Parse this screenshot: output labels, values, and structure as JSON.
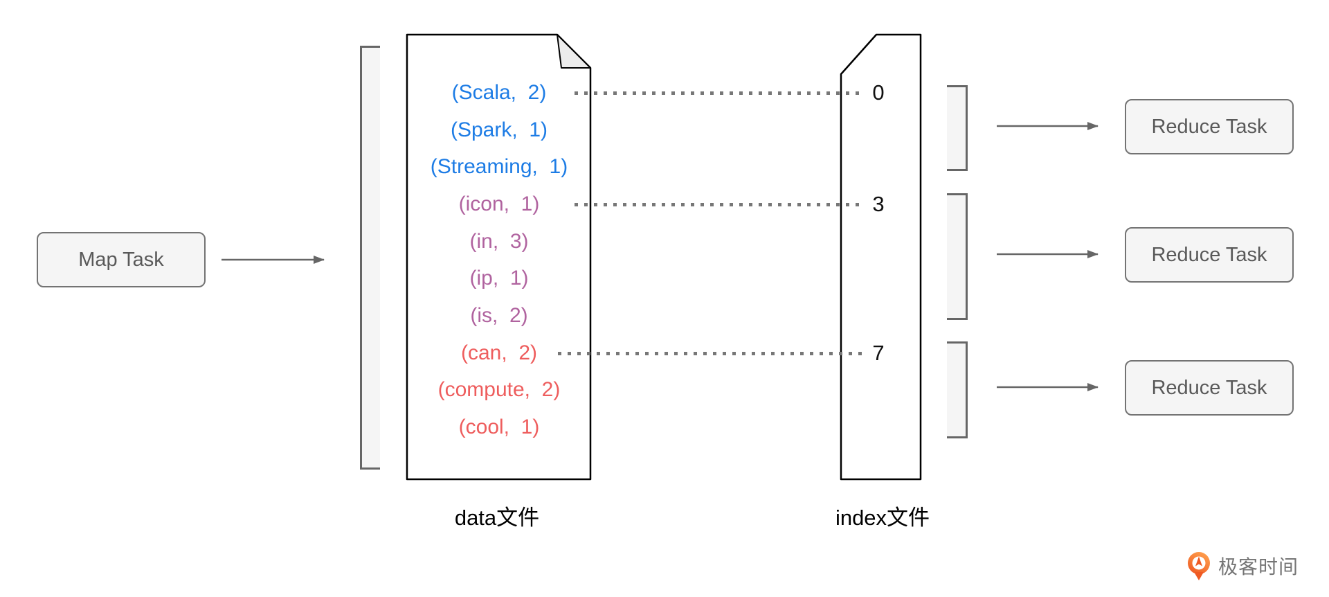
{
  "map_task": {
    "label": "Map Task"
  },
  "data_file": {
    "caption": "data文件",
    "rows": [
      {
        "label": "(Scala,  2)",
        "color": "#1d7ce5"
      },
      {
        "label": "(Spark,  1)",
        "color": "#1d7ce5"
      },
      {
        "label": "(Streaming,  1)",
        "color": "#1d7ce5"
      },
      {
        "label": "(icon,  1)",
        "color": "#b0639f"
      },
      {
        "label": "(in,  3)",
        "color": "#b0639f"
      },
      {
        "label": "(ip,  1)",
        "color": "#b0639f"
      },
      {
        "label": "(is,  2)",
        "color": "#b0639f"
      },
      {
        "label": "(can,  2)",
        "color": "#ee5d5d"
      },
      {
        "label": "(compute,  2)",
        "color": "#ee5d5d"
      },
      {
        "label": "(cool,  1)",
        "color": "#ee5d5d"
      }
    ]
  },
  "index_file": {
    "caption": "index文件",
    "offsets": [
      "0",
      "3",
      "7"
    ]
  },
  "reduce_tasks": [
    {
      "label": "Reduce Task"
    },
    {
      "label": "Reduce Task"
    },
    {
      "label": "Reduce Task"
    }
  ],
  "logo": {
    "text": "极客时间",
    "orange": "#f2631b"
  },
  "colors": {
    "key_group_1": "#1d7ce5",
    "key_group_2": "#b0639f",
    "key_group_3": "#ee5d5d",
    "shape_border": "#000000",
    "connector_gray": "#666666",
    "box_fill": "#f5f5f5"
  }
}
